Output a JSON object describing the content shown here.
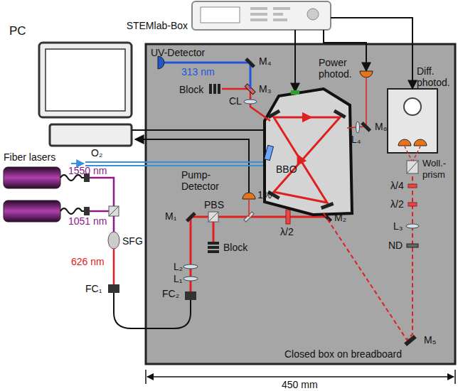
{
  "diagram": {
    "nodes": [
      {
        "text": [
          "Closed box on breadboard"
        ]
      },
      {
        "text": [
          "PC"
        ]
      },
      {
        "text": [
          "STEMlab-Box"
        ]
      },
      {
        "text": [
          "Diff. photod."
        ],
        "in": 0
      }
    ],
    "edges": [
      {
        "from": 2,
        "to": 3,
        "arrow": "to"
      }
    ],
    "labels": [
      "UV-Detector",
      "M₄",
      "313 nm",
      "Block",
      "M₃",
      "CL",
      "Power photod.",
      "M₆",
      "L₄",
      "BBO",
      "Fiber lasers",
      "O₂",
      "1550 nm",
      "1051 nm",
      "Pump-Detector",
      "SFG",
      "626 nm",
      "FC₁",
      "M₁",
      "PBS",
      "L₂",
      "L₁",
      "FC₂",
      "Block",
      "1%",
      "λ/2",
      "M₂",
      "Woll.-prism",
      "λ/4",
      "λ/2",
      "L₃",
      "ND",
      "M₅",
      "450 mm"
    ]
  }
}
